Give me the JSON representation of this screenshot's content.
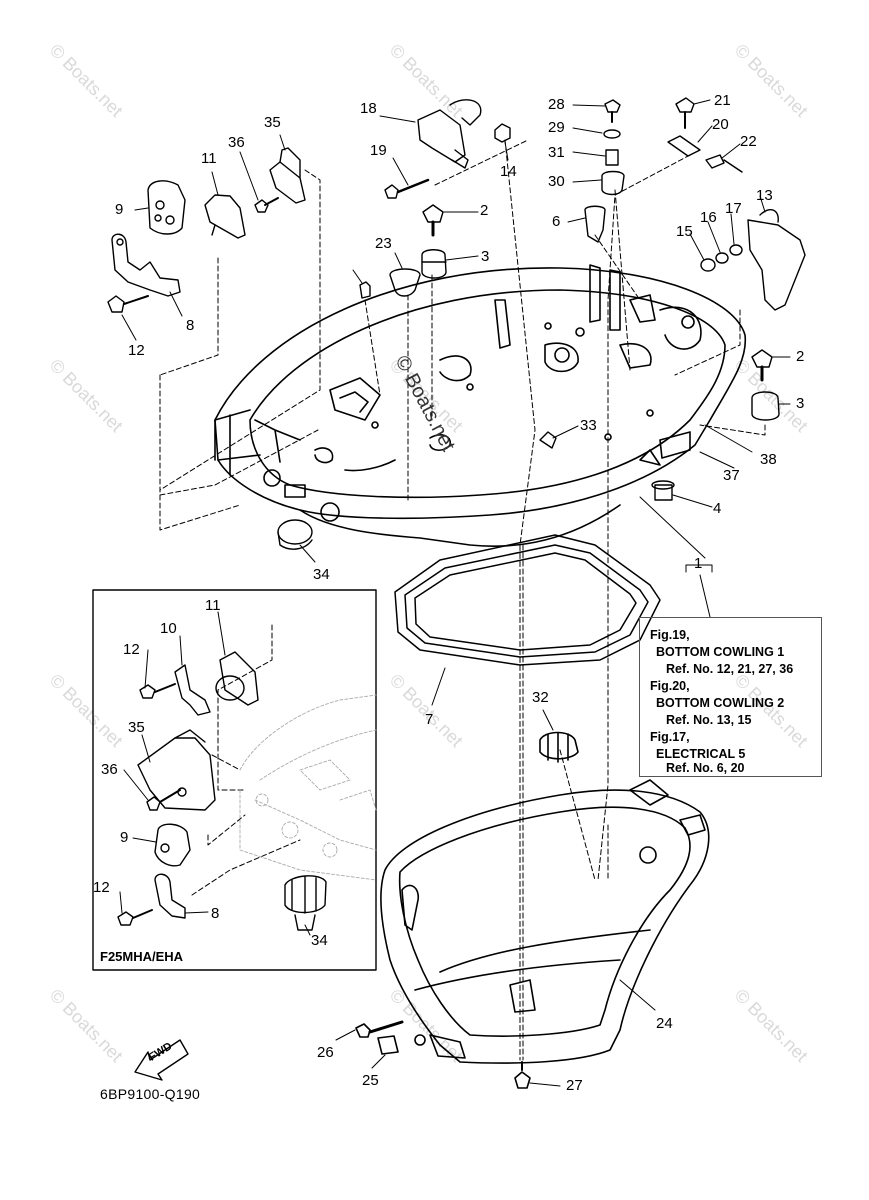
{
  "watermarks": [
    "© Boats.net",
    "© Boats.net",
    "© Boats.net",
    "© Boats.net",
    "© Boats.net",
    "© Boats.net",
    "© Boats.net",
    "© Boats.net",
    "© Boats.net",
    "© Boats.net",
    "© Boats.net",
    "© Boats.net"
  ],
  "center_watermark": "© Boats.net",
  "labels": {
    "n1": "1",
    "n2a": "2",
    "n2b": "2",
    "n3a": "3",
    "n3b": "3",
    "n4": "4",
    "n6": "6",
    "n7": "7",
    "n8a": "8",
    "n8b": "8",
    "n9a": "9",
    "n9b": "9",
    "n10": "10",
    "n11a": "11",
    "n11b": "11",
    "n12a": "12",
    "n12b": "12",
    "n12c": "12",
    "n13": "13",
    "n14": "14",
    "n15": "15",
    "n16": "16",
    "n17": "17",
    "n18": "18",
    "n19": "19",
    "n20": "20",
    "n21": "21",
    "n22": "22",
    "n23": "23",
    "n24": "24",
    "n25": "25",
    "n26": "26",
    "n27": "27",
    "n28": "28",
    "n29": "29",
    "n30": "30",
    "n31": "31",
    "n32": "32",
    "n33": "33",
    "n34a": "34",
    "n34b": "34",
    "n35a": "35",
    "n35b": "35",
    "n36a": "36",
    "n36b": "36",
    "n37": "37",
    "n38": "38"
  },
  "inset_model": "F25MHA/EHA",
  "fwd_label": "FWD",
  "diagram_code": "6BP9100-Q190",
  "reference_notes": [
    "Fig.19,",
    "BOTTOM COWLING 1",
    "Ref. No. 12, 21, 27, 36",
    "Fig.20,",
    "BOTTOM COWLING 2",
    "Ref. No. 13, 15",
    "Fig.17,",
    "ELECTRICAL 5",
    "Ref. No. 6, 20"
  ]
}
